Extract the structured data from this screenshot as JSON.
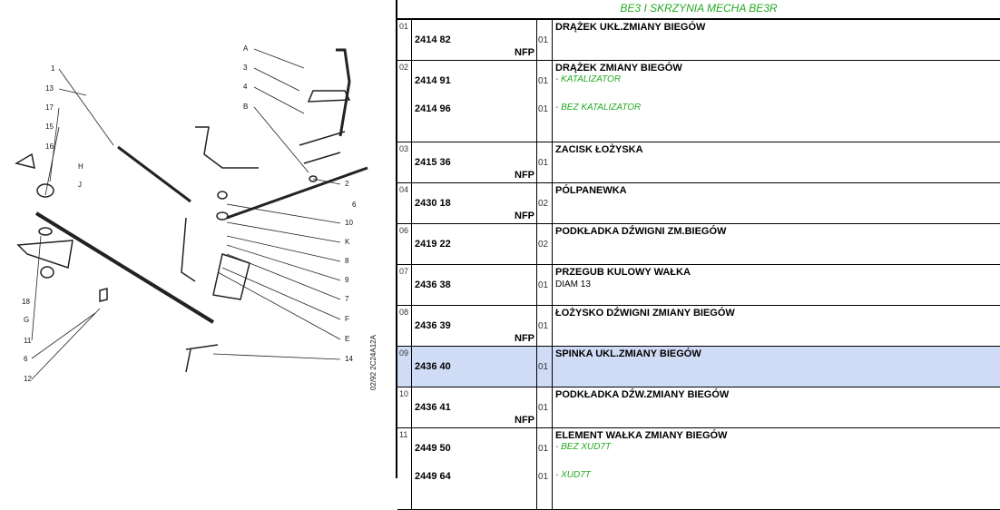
{
  "header": {
    "title": "BE3 I SKRZYNIA MECHA BE3R"
  },
  "diagram": {
    "labels_left": [
      "1",
      "13",
      "17",
      "15",
      "16",
      "H",
      "J",
      "18",
      "G",
      "11",
      "6",
      "12"
    ],
    "labels_right": [
      "A",
      "3",
      "4",
      "B",
      "2",
      "6",
      "10",
      "K",
      "8",
      "9",
      "7",
      "F",
      "E",
      "14"
    ],
    "code": "02/92  2C24A12A"
  },
  "rows": [
    {
      "ref": "01",
      "title": "DRĄŻEK UKŁ.ZMIANY BIEGÓW",
      "nfp": "NFP",
      "parts": [
        {
          "pn": "2414 82",
          "qty": "01"
        }
      ]
    },
    {
      "ref": "02",
      "title": "DRĄŻEK ZMIANY BIEGÓW",
      "parts": [
        {
          "pn": "2414 91",
          "qty": "01",
          "variant": "- KATALIZATOR"
        },
        {
          "pn": "2414 96",
          "qty": "01",
          "variant": "- BEZ KATALIZATOR"
        }
      ]
    },
    {
      "ref": "03",
      "title": "ZACISK ŁOŻYSKA",
      "nfp": "NFP",
      "parts": [
        {
          "pn": "2415 36",
          "qty": "01"
        }
      ]
    },
    {
      "ref": "04",
      "title": "PÓLPANEWKA",
      "nfp": "NFP",
      "parts": [
        {
          "pn": "2430 18",
          "qty": "02"
        }
      ]
    },
    {
      "ref": "06",
      "title": "PODKŁADKA DŹWIGNI ZM.BIEGÓW",
      "parts": [
        {
          "pn": "2419 22",
          "qty": "02"
        }
      ]
    },
    {
      "ref": "07",
      "title": "PRZEGUB KULOWY WAŁKA",
      "note": "DIAM 13",
      "parts": [
        {
          "pn": "2436 38",
          "qty": "01"
        }
      ]
    },
    {
      "ref": "08",
      "title": "ŁOŻYSKO DŹWIGNI ZMIANY BIEGÓW",
      "nfp": "NFP",
      "parts": [
        {
          "pn": "2436 39",
          "qty": "01"
        }
      ]
    },
    {
      "ref": "09",
      "title": "SPINKA UKL.ZMIANY BIEGÓW",
      "highlight": true,
      "parts": [
        {
          "pn": "2436 40",
          "qty": "01"
        }
      ]
    },
    {
      "ref": "10",
      "title": "PODKŁADKA DŹW.ZMIANY BIEGÓW",
      "nfp": "NFP",
      "parts": [
        {
          "pn": "2436 41",
          "qty": "01"
        }
      ]
    },
    {
      "ref": "11",
      "title": "ELEMENT WAŁKA ZMIANY BIEGÓW",
      "parts": [
        {
          "pn": "2449 50",
          "qty": "01",
          "variant": "- BEZ XUD7T"
        },
        {
          "pn": "2449 64",
          "qty": "01",
          "variant": "- XUD7T"
        }
      ]
    }
  ]
}
